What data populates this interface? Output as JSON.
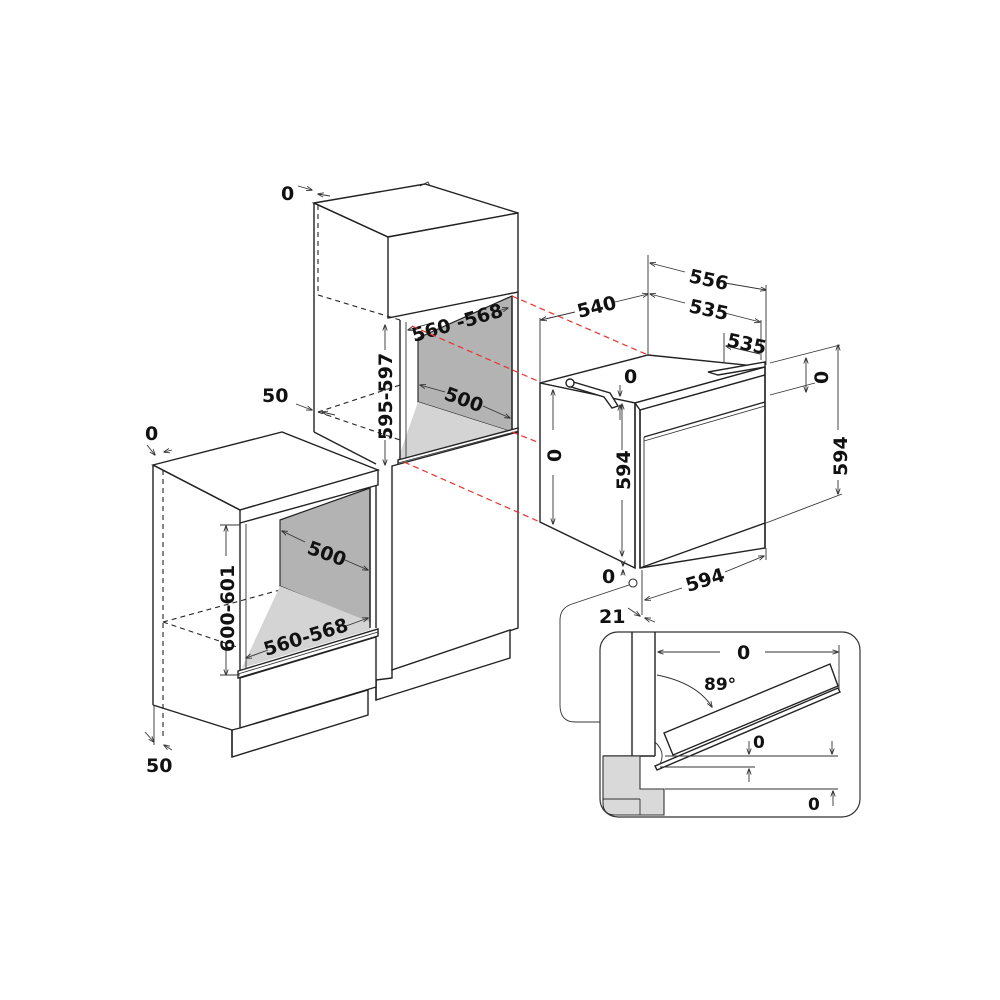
{
  "diagram": {
    "title": "Built-in oven installation dimensions",
    "colors": {
      "line": "#222222",
      "cavity_back": "#b3b3b3",
      "cavity_floor": "#d4d4d4",
      "guide": "#e8322d",
      "detail_fill": "#d9d9d9"
    },
    "tall_cabinet": {
      "top_gap": "0",
      "niche_width": "560 -568",
      "niche_height": "595-597",
      "niche_depth": "500",
      "side_offset": "50"
    },
    "base_cabinet": {
      "top_gap": "0",
      "niche_height": "600-601",
      "niche_depth": "500",
      "niche_width": "560-568",
      "bottom_offset": "50"
    },
    "oven": {
      "depth_total": "556",
      "depth_body": "540",
      "depth_frame": "535",
      "depth_top": "535",
      "handle_gap": "0",
      "frame_height": "0",
      "body_height": "594",
      "side_height": "0",
      "total_height": "594",
      "width": "594",
      "bottom_gap": "0",
      "door_thickness": "21"
    },
    "door_detail": {
      "opening_clearance": "0",
      "angle": "89°",
      "drop": "0",
      "floor_gap": "0"
    }
  }
}
